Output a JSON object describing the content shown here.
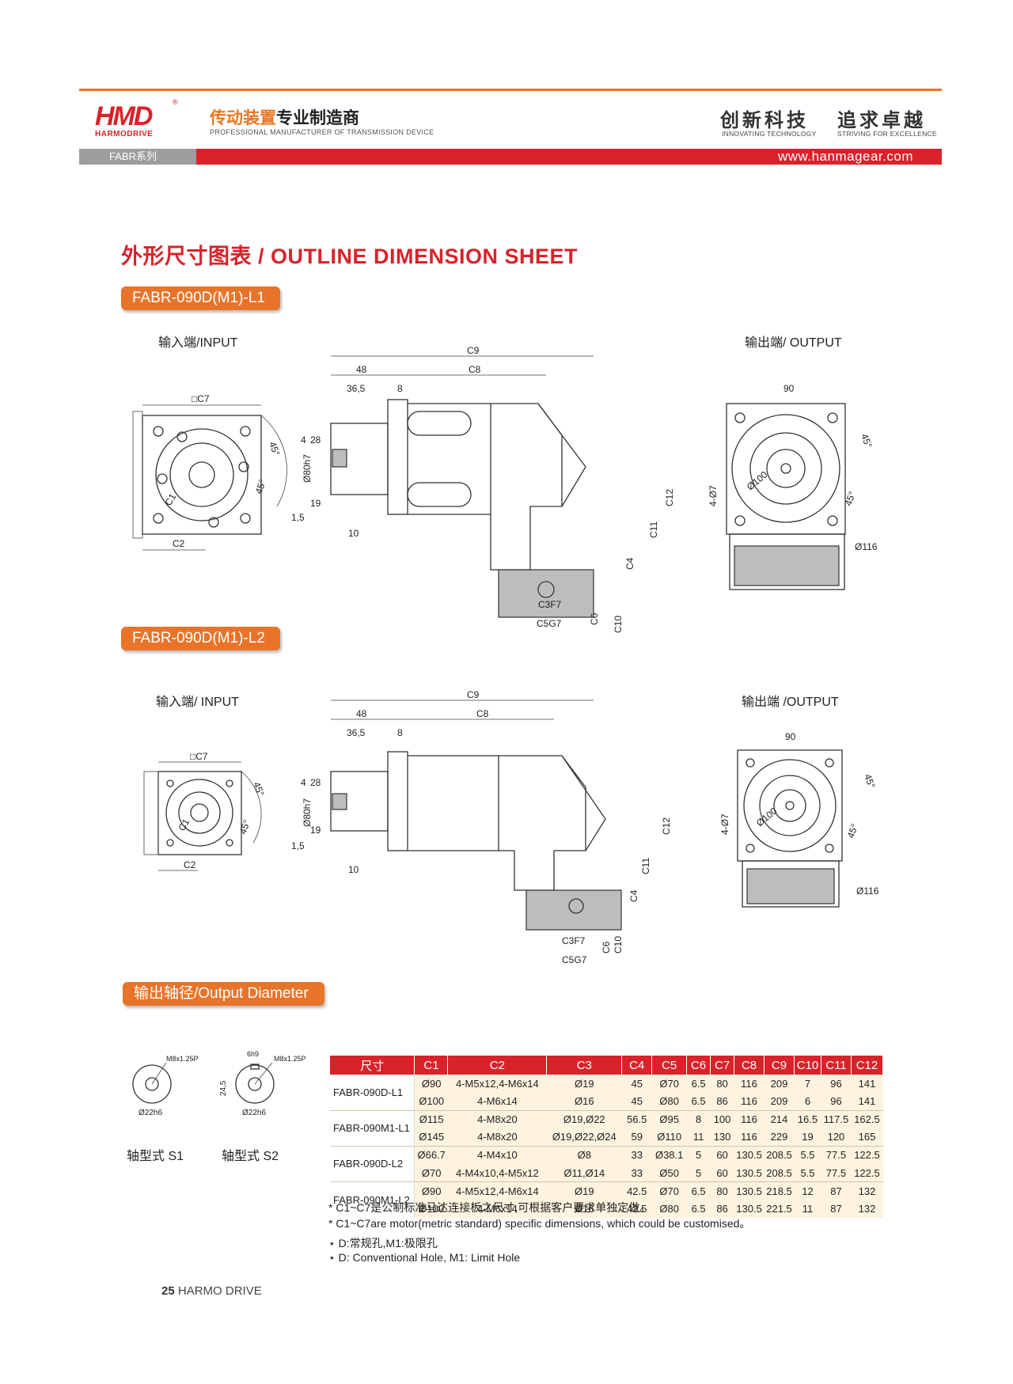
{
  "header": {
    "logo_text": "HMD",
    "logo_sub": "HARMODRIVE",
    "registered": "®",
    "cn_title_part1": "传动装置",
    "cn_title_part2": "专业制造商",
    "en_title": "PROFESSIONAL MANUFACTURER OF TRANSMISSION DEVICE",
    "slogan1_cn": "创新科技",
    "slogan1_en": "INNOVATING TECHNOLOGY",
    "slogan2_cn": "追求卓越",
    "slogan2_en": "STRIVING FOR EXCELLENCE",
    "series": "FABR系列",
    "website": "www.hanmagear.com"
  },
  "section_title": "外形尺寸图表 / OUTLINE DIMENSION SHEET",
  "diagram_l1": {
    "pill": "FABR-090D(M1)-L1",
    "input_label": "输入端/INPUT",
    "output_label": "输出端/ OUTPUT"
  },
  "diagram_l2": {
    "pill": "FABR-090D(M1)-L2",
    "input_label": "输入端/ INPUT",
    "output_label": "输出端 /OUTPUT"
  },
  "dim_labels": {
    "c7": "□C7",
    "c1": "C1",
    "c2": "C2",
    "c9": "C9",
    "c8": "C8",
    "d48": "48",
    "d36_5": "36,5",
    "d8": "8",
    "d4": "4",
    "d28": "28",
    "d80": "Ø80h7",
    "d19": "19",
    "d1_5": "1,5",
    "d10": "10",
    "c12": "C12",
    "c11": "C11",
    "c4": "C4",
    "c3": "C3F7",
    "c6": "C6",
    "c10": "C10",
    "c5": "C5G7",
    "deg45": "45°",
    "d90": "90",
    "d4_7": "4-Ø7",
    "d100": "Ø100",
    "d116": "Ø116"
  },
  "output_diameter": {
    "pill": "输出轴径/Output Diameter",
    "s1_caption": "轴型式 S1",
    "s2_caption": "轴型式 S2",
    "m8": "M8x1.25P",
    "d22": "Ø22h6",
    "d24_5": "24,5",
    "d6": "6h9"
  },
  "table": {
    "headers": [
      "尺寸",
      "C1",
      "C2",
      "C3",
      "C4",
      "C5",
      "C6",
      "C7",
      "C8",
      "C9",
      "C10",
      "C11",
      "C12"
    ],
    "groups": [
      {
        "model": "FABR-090D-L1",
        "rows": [
          [
            "Ø90",
            "4-M5x12,4-M6x14",
            "Ø19",
            "45",
            "Ø70",
            "6.5",
            "80",
            "116",
            "209",
            "7",
            "96",
            "141"
          ],
          [
            "Ø100",
            "4-M6x14",
            "Ø16",
            "45",
            "Ø80",
            "6.5",
            "86",
            "116",
            "209",
            "6",
            "96",
            "141"
          ]
        ]
      },
      {
        "model": "FABR-090M1-L1",
        "rows": [
          [
            "Ø115",
            "4-M8x20",
            "Ø19,Ø22",
            "56.5",
            "Ø95",
            "8",
            "100",
            "116",
            "214",
            "16.5",
            "117.5",
            "162.5"
          ],
          [
            "Ø145",
            "4-M8x20",
            "Ø19,Ø22,Ø24",
            "59",
            "Ø110",
            "11",
            "130",
            "116",
            "229",
            "19",
            "120",
            "165"
          ]
        ]
      },
      {
        "model": "FABR-090D-L2",
        "rows": [
          [
            "Ø66.7",
            "4-M4x10",
            "Ø8",
            "33",
            "Ø38.1",
            "5",
            "60",
            "130.5",
            "208.5",
            "5.5",
            "77.5",
            "122.5"
          ],
          [
            "Ø70",
            "4-M4x10,4-M5x12",
            "Ø11,Ø14",
            "33",
            "Ø50",
            "5",
            "60",
            "130.5",
            "208.5",
            "5.5",
            "77.5",
            "122.5"
          ]
        ]
      },
      {
        "model": "FABR-090M1-L2",
        "rows": [
          [
            "Ø90",
            "4-M5x12,4-M6x14",
            "Ø19",
            "42.5",
            "Ø70",
            "6.5",
            "80",
            "130.5",
            "218.5",
            "12",
            "87",
            "132"
          ],
          [
            "Ø100",
            "4-M6x14",
            "Ø16",
            "42.5",
            "Ø80",
            "6.5",
            "86",
            "130.5",
            "221.5",
            "11",
            "87",
            "132"
          ]
        ]
      }
    ]
  },
  "notes": [
    "* C1~C7是公制标准马达连接板之尺寸,可根据客户要求单独定做。",
    "* C1~C7are motor(metric standard)  specific dimensions, which could be customised。",
    "⋆ D:常规孔,M1:极限孔",
    "⋆ D: Conventional Hole, M1: Limit Hole"
  ],
  "footer": {
    "page": "25",
    "brand": "HARMO DRIVE"
  }
}
